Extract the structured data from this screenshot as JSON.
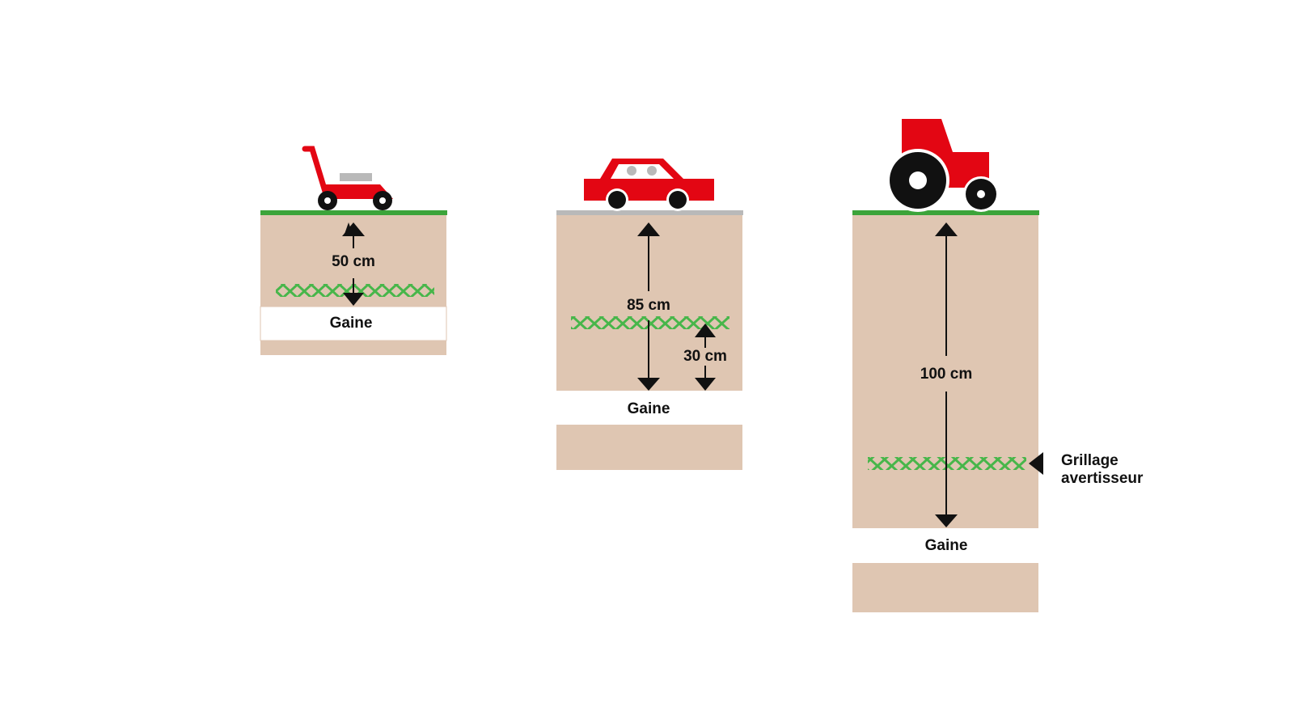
{
  "colors": {
    "soil": "#dfc6b2",
    "grass": "#3ca43a",
    "road": "#b9b9b9",
    "vehicle": "#e30613",
    "mesh": "#47b64a",
    "arrow": "#111111"
  },
  "panels": [
    {
      "vehicle": "lawn-mower",
      "surface": "grass",
      "depth_label": "50 cm",
      "sheath_label": "Gaine"
    },
    {
      "vehicle": "car",
      "surface": "road",
      "depth_label": "85 cm",
      "mesh_offset_label": "30 cm",
      "sheath_label": "Gaine"
    },
    {
      "vehicle": "tractor",
      "surface": "grass",
      "depth_label": "100 cm",
      "sheath_label": "Gaine"
    }
  ],
  "callout": {
    "line1": "Grillage",
    "line2": "avertisseur"
  }
}
